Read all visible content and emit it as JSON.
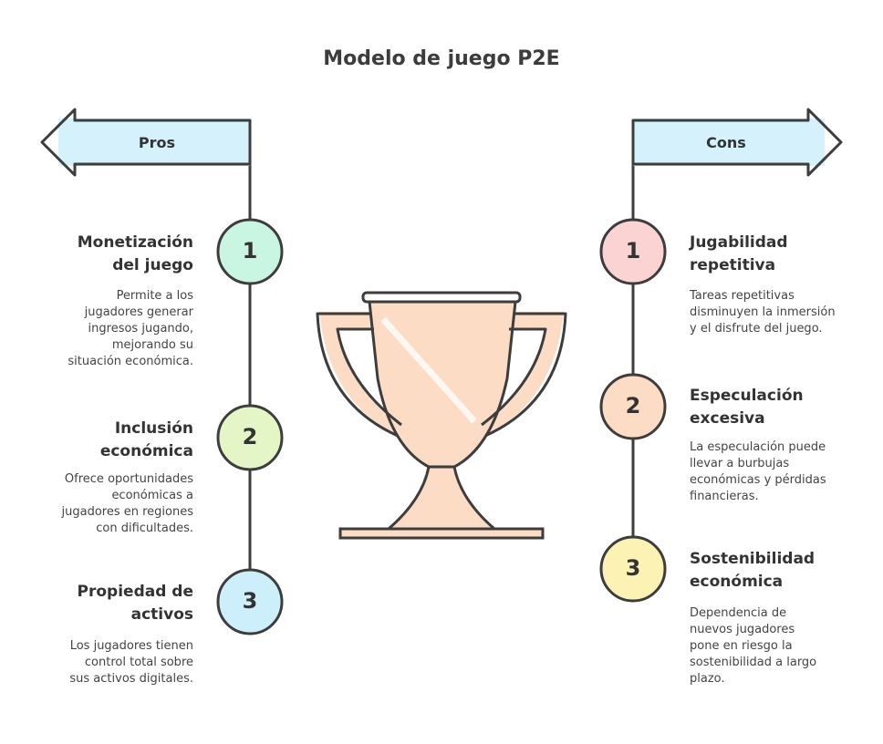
{
  "title": "Modelo de juego P2E",
  "colors": {
    "arrow_fill": "#cdeffb",
    "stroke": "#3d3d3d",
    "trophy_fill": "#fcdcc4",
    "pro_circles": [
      "#c9f5e3",
      "#e4f6c6",
      "#cdeffb"
    ],
    "con_circles": [
      "#fbd3d3",
      "#fcdcc4",
      "#fbf2b3"
    ]
  },
  "pros": {
    "label": "Pros",
    "items": [
      {
        "number": "1",
        "heading": [
          "Monetización",
          "del juego"
        ],
        "description": [
          "Permite a los",
          "jugadores generar",
          "ingresos jugando,",
          "mejorando su",
          "situación económica."
        ]
      },
      {
        "number": "2",
        "heading": [
          "Inclusión",
          "económica"
        ],
        "description": [
          "Ofrece oportunidades",
          "económicas a",
          "jugadores en regiones",
          "con dificultades."
        ]
      },
      {
        "number": "3",
        "heading": [
          "Propiedad de",
          "activos"
        ],
        "description": [
          "Los jugadores tienen",
          "control total sobre",
          "sus activos digitales."
        ]
      }
    ]
  },
  "cons": {
    "label": "Cons",
    "items": [
      {
        "number": "1",
        "heading": [
          "Jugabilidad",
          "repetitiva"
        ],
        "description": [
          "Tareas repetitivas",
          "disminuyen la inmersión",
          "y el disfrute del juego."
        ]
      },
      {
        "number": "2",
        "heading": [
          "Especulación",
          "excesiva"
        ],
        "description": [
          "La especulación puede",
          "llevar a burbujas",
          "económicas y pérdidas",
          "financieras."
        ]
      },
      {
        "number": "3",
        "heading": [
          "Sostenibilidad",
          "económica"
        ],
        "description": [
          "Dependencia de",
          "nuevos jugadores",
          "pone en riesgo la",
          "sostenibilidad a largo",
          "plazo."
        ]
      }
    ]
  }
}
